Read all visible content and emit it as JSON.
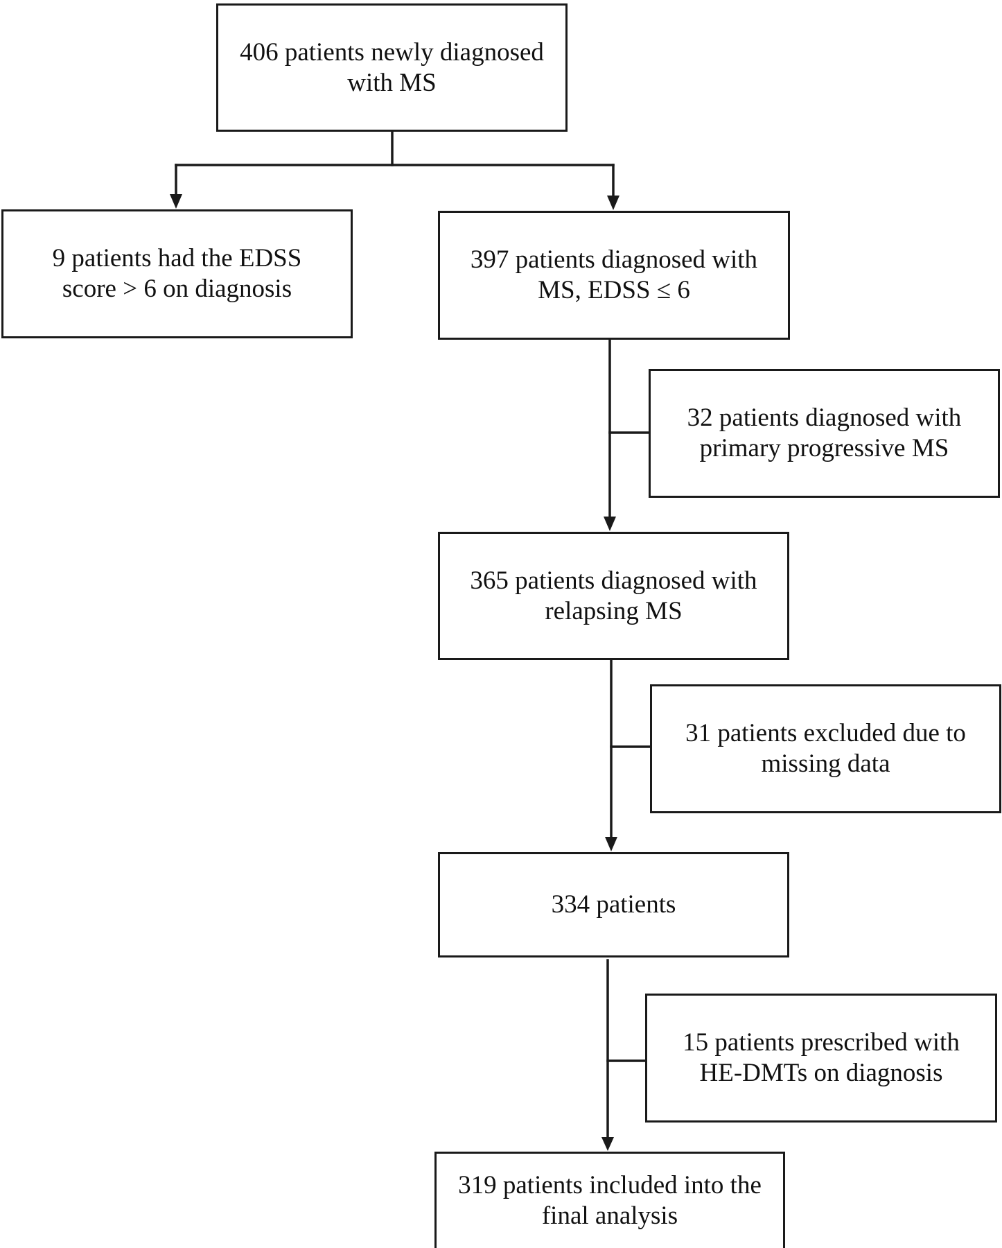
{
  "flowchart": {
    "boxes": {
      "newly_diagnosed": {
        "line1": "406 patients newly diagnosed",
        "line2": "with MS"
      },
      "edss_high": {
        "line1": "9 patients had the EDSS",
        "line2": "score > 6 on diagnosis"
      },
      "edss_ok": {
        "line1": "397 patients diagnosed with",
        "line2": "MS, EDSS ≤ 6"
      },
      "ppms": {
        "line1": "32 patients diagnosed with",
        "line2": "primary progressive MS"
      },
      "relapsing": {
        "line1": "365 patients diagnosed with",
        "line2": "relapsing MS"
      },
      "missing": {
        "line1": "31 patients excluded due to",
        "line2": "missing data"
      },
      "remaining": {
        "line1": "334 patients",
        "line2": ""
      },
      "hedmt": {
        "line1": "15 patients prescribed with",
        "line2": "HE-DMTs on diagnosis"
      },
      "final": {
        "line1": "319 patients included into the",
        "line2": "final analysis"
      }
    }
  }
}
